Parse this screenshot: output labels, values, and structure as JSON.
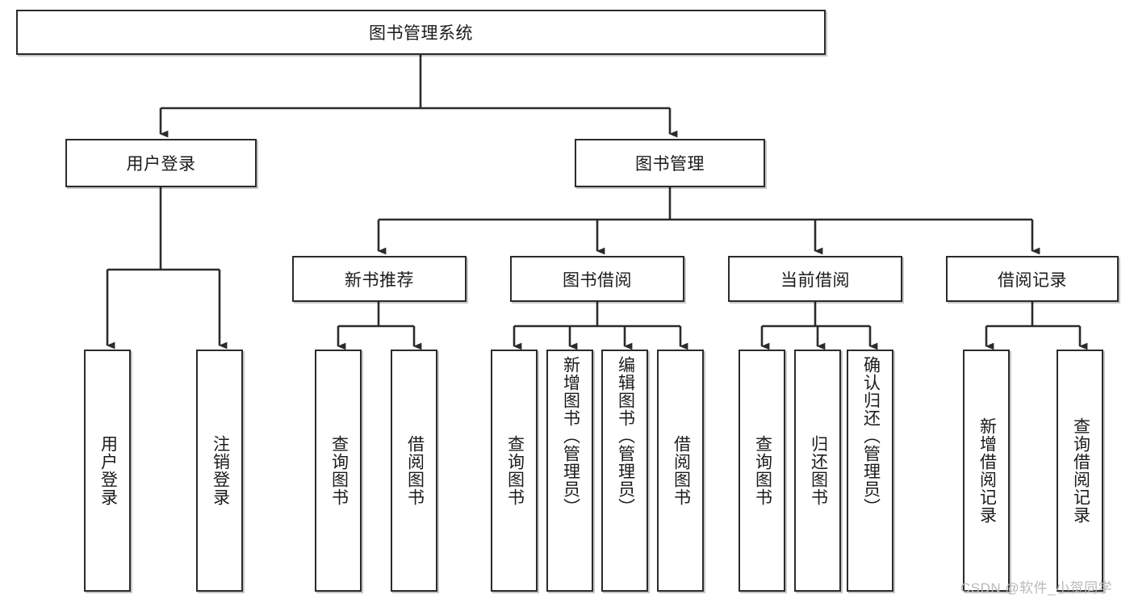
{
  "diagram": {
    "type": "tree-hierarchy",
    "title": "图书管理系统",
    "watermark": "CSDN @软件_小贺同学",
    "colors": {
      "background": "#ffffff",
      "stroke": "#2b2b2b",
      "text": "#1b1b1b",
      "watermark": "#b9b9b9"
    },
    "nodes": {
      "root": {
        "label": "图书管理系统",
        "level": 1
      },
      "user_login": {
        "label": "用户登录",
        "level": 2
      },
      "book_manage": {
        "label": "图书管理",
        "level": 2
      },
      "new_book_rec": {
        "label": "新书推荐",
        "level": 3
      },
      "book_borrow": {
        "label": "图书借阅",
        "level": 3
      },
      "current_borrow": {
        "label": "当前借阅",
        "level": 3
      },
      "borrow_record": {
        "label": "借阅记录",
        "level": 3
      },
      "leaf_user_login": {
        "label": "用户登录",
        "level": 4
      },
      "leaf_user_logout": {
        "label": "注销登录",
        "level": 4
      },
      "leaf_query_book_a": {
        "label": "查询图书",
        "level": 4
      },
      "leaf_borrow_book_a": {
        "label": "借阅图书",
        "level": 4
      },
      "leaf_query_book_b": {
        "label": "查询图书",
        "level": 4
      },
      "leaf_add_book": {
        "label": "新增图书（管理员）",
        "level": 4
      },
      "leaf_edit_book": {
        "label": "编辑图书（管理员）",
        "level": 4
      },
      "leaf_borrow_book_b": {
        "label": "借阅图书",
        "level": 4
      },
      "leaf_query_book_c": {
        "label": "查询图书",
        "level": 4
      },
      "leaf_return_book": {
        "label": "归还图书",
        "level": 4
      },
      "leaf_confirm_return": {
        "label": "确认归还（管理员）",
        "level": 4
      },
      "leaf_add_record": {
        "label": "新增借阅记录",
        "level": 4
      },
      "leaf_query_record": {
        "label": "查询借阅记录",
        "level": 4
      }
    },
    "edges": [
      {
        "from": "root",
        "to": "user_login"
      },
      {
        "from": "root",
        "to": "book_manage"
      },
      {
        "from": "user_login",
        "to": "leaf_user_login"
      },
      {
        "from": "user_login",
        "to": "leaf_user_logout"
      },
      {
        "from": "book_manage",
        "to": "new_book_rec"
      },
      {
        "from": "book_manage",
        "to": "book_borrow"
      },
      {
        "from": "book_manage",
        "to": "current_borrow"
      },
      {
        "from": "book_manage",
        "to": "borrow_record"
      },
      {
        "from": "new_book_rec",
        "to": "leaf_query_book_a"
      },
      {
        "from": "new_book_rec",
        "to": "leaf_borrow_book_a"
      },
      {
        "from": "book_borrow",
        "to": "leaf_query_book_b"
      },
      {
        "from": "book_borrow",
        "to": "leaf_add_book"
      },
      {
        "from": "book_borrow",
        "to": "leaf_edit_book"
      },
      {
        "from": "book_borrow",
        "to": "leaf_borrow_book_b"
      },
      {
        "from": "current_borrow",
        "to": "leaf_query_book_c"
      },
      {
        "from": "current_borrow",
        "to": "leaf_return_book"
      },
      {
        "from": "current_borrow",
        "to": "leaf_confirm_return"
      },
      {
        "from": "borrow_record",
        "to": "leaf_add_record"
      },
      {
        "from": "borrow_record",
        "to": "leaf_query_record"
      }
    ]
  }
}
